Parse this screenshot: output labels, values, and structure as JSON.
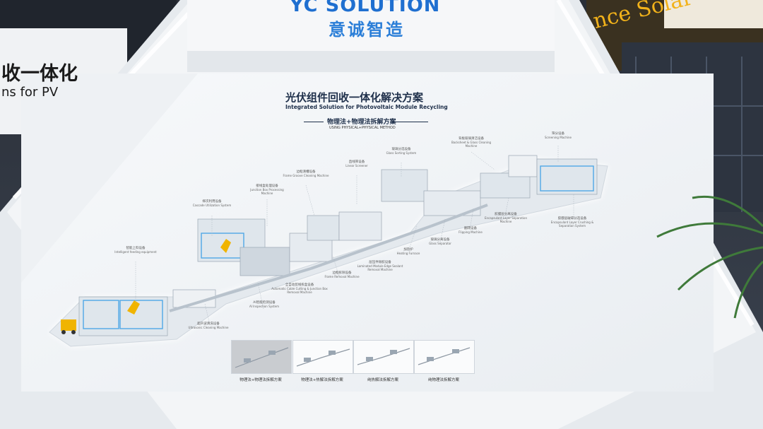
{
  "brand": {
    "logo_en": "YC SOLUTION",
    "logo_cn": "意诚智造"
  },
  "background": {
    "left_banner_cn": "收一体化",
    "left_banner_en": "ns for PV",
    "right_sign": "nce Solar"
  },
  "board": {
    "title_cn": "光伏组件回收一体化解决方案",
    "title_en": "Integrated Solution for Photovoltaic Module Recycling",
    "subtitle_cn": "物理法+物理法拆解方案",
    "subtitle_en": "USING PHYSICAL+PHYSICAL METHOD"
  },
  "labels": [
    {
      "cn": "智能上料设备",
      "en": "Intelligent feeding equipment"
    },
    {
      "cn": "梯次利用设备",
      "en": "Cascade Utilization System"
    },
    {
      "cn": "接线盒处理设备",
      "en": "Junction Box Processing Machine"
    },
    {
      "cn": "边框清槽设备",
      "en": "Frame Groove Cleaning Machine"
    },
    {
      "cn": "直线筛设备",
      "en": "Linear Screener"
    },
    {
      "cn": "玻璃分选设备",
      "en": "Glass Sorting System"
    },
    {
      "cn": "背板玻璃清洁设备",
      "en": "Backsheet & Glass Cleaning Machine"
    },
    {
      "cn": "筛分设备",
      "en": "Screening Machine"
    },
    {
      "cn": "超声波清洗设备",
      "en": "Ultrasonic Cleaning Machine"
    },
    {
      "cn": "AI智能检测设备",
      "en": "AI Inspection System"
    },
    {
      "cn": "全自动剪线拆盒设备",
      "en": "Automatic Cable Cutting & Junction Box Removal Machine"
    },
    {
      "cn": "边框拆除设备",
      "en": "Frame Removal Machine"
    },
    {
      "cn": "层压件除胶设备",
      "en": "Laminated Module Edge Sealant Removal Machine"
    },
    {
      "cn": "加热炉",
      "en": "Heating Furnace"
    },
    {
      "cn": "玻璃分离设备",
      "en": "Glass Separator"
    },
    {
      "cn": "翻转设备",
      "en": "Flipping Machine"
    },
    {
      "cn": "胶膜层分离设备",
      "en": "Encapsulant Layer Separation Machine"
    },
    {
      "cn": "胶膜层破碎分选设备",
      "en": "Encapsulant Layer Crushing & Separation System"
    }
  ],
  "methods": [
    {
      "label": "物理法+物理法拆解方案",
      "active": true
    },
    {
      "label": "物理法+热解法拆解方案",
      "active": false
    },
    {
      "label": "纯热解法拆解方案",
      "active": false
    },
    {
      "label": "纯物理法拆解方案",
      "active": false
    }
  ],
  "colors": {
    "board": "#f4f6f8",
    "frame": "#e9edf1",
    "accent_yellow": "#f0b400",
    "logo_blue": "#1f6fd0",
    "glass_blue": "#4fa8e6",
    "carpet": "#c0202c"
  }
}
